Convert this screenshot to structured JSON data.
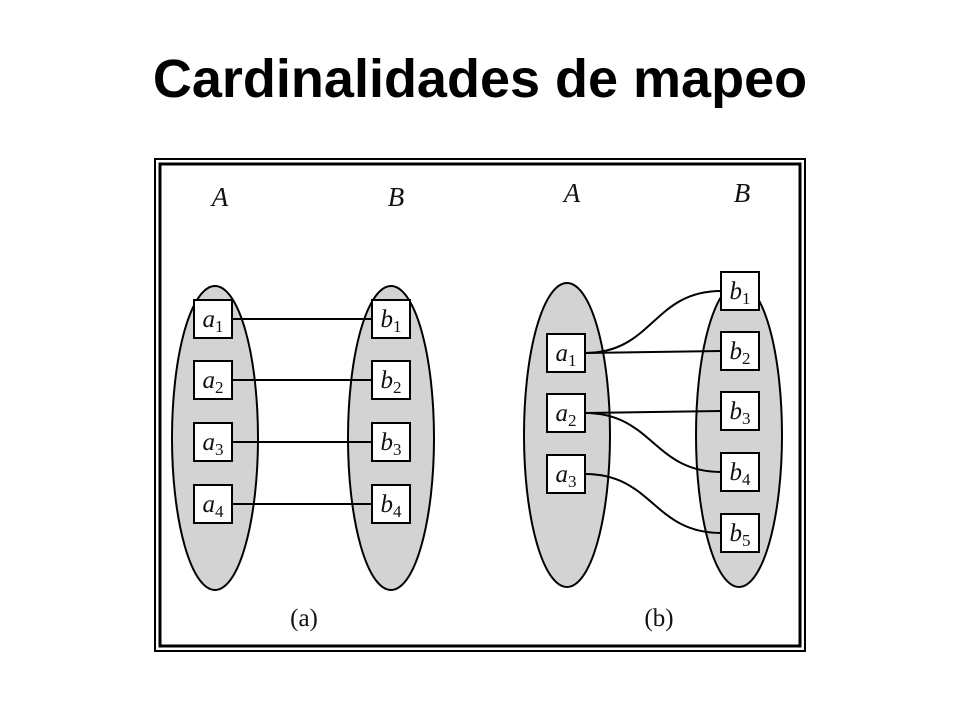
{
  "title": "Cardinalidades de mapeo",
  "colors": {
    "ellipse_fill": "#d3d3d3",
    "stroke": "#000000",
    "box_fill": "#ffffff"
  },
  "panels": [
    {
      "caption": "(a)",
      "set_a": {
        "label": "A",
        "elements": [
          {
            "base": "a",
            "sub": "1"
          },
          {
            "base": "a",
            "sub": "2"
          },
          {
            "base": "a",
            "sub": "3"
          },
          {
            "base": "a",
            "sub": "4"
          }
        ]
      },
      "set_b": {
        "label": "B",
        "elements": [
          {
            "base": "b",
            "sub": "1"
          },
          {
            "base": "b",
            "sub": "2"
          },
          {
            "base": "b",
            "sub": "3"
          },
          {
            "base": "b",
            "sub": "4"
          }
        ]
      },
      "mappings": [
        [
          0,
          0
        ],
        [
          1,
          1
        ],
        [
          2,
          2
        ],
        [
          3,
          3
        ]
      ]
    },
    {
      "caption": "(b)",
      "set_a": {
        "label": "A",
        "elements": [
          {
            "base": "a",
            "sub": "1"
          },
          {
            "base": "a",
            "sub": "2"
          },
          {
            "base": "a",
            "sub": "3"
          }
        ]
      },
      "set_b": {
        "label": "B",
        "elements": [
          {
            "base": "b",
            "sub": "1"
          },
          {
            "base": "b",
            "sub": "2"
          },
          {
            "base": "b",
            "sub": "3"
          },
          {
            "base": "b",
            "sub": "4"
          },
          {
            "base": "b",
            "sub": "5"
          }
        ]
      },
      "mappings": [
        [
          0,
          0
        ],
        [
          0,
          1
        ],
        [
          1,
          2
        ],
        [
          1,
          3
        ],
        [
          2,
          4
        ]
      ]
    }
  ]
}
